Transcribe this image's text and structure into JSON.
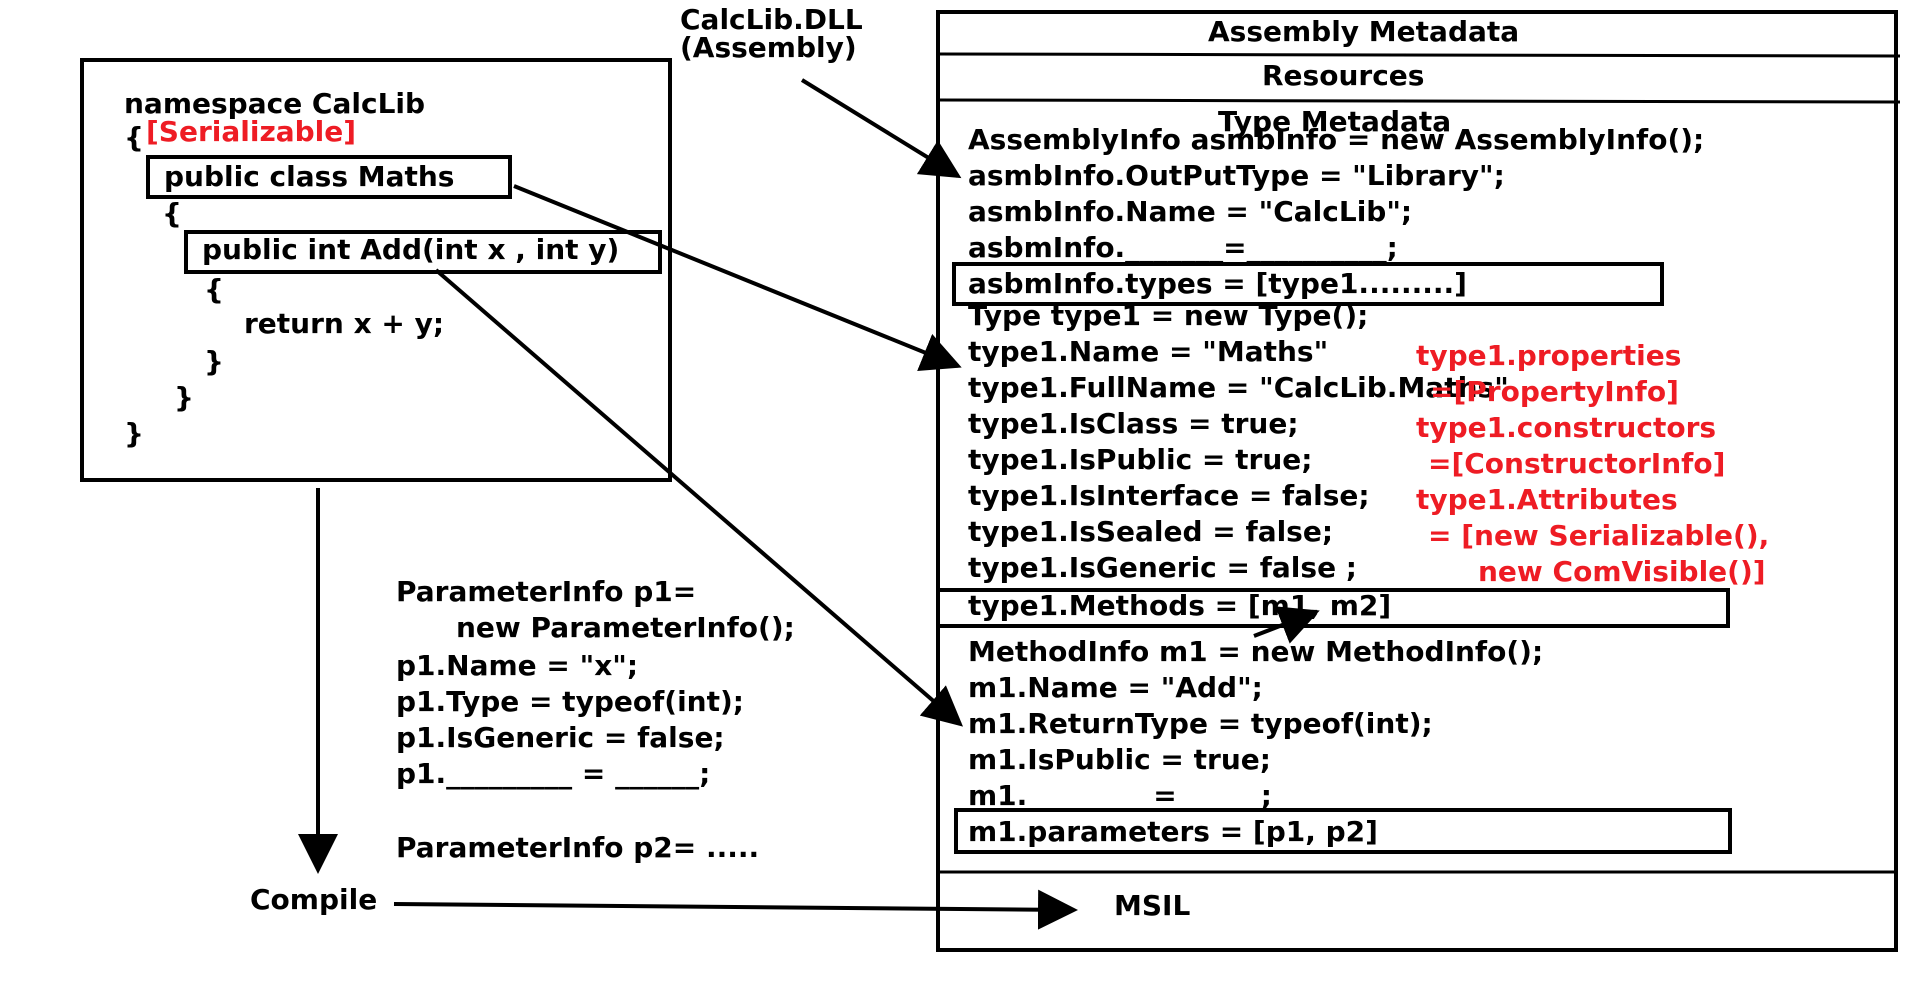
{
  "assembly_label": {
    "line1": "CalcLib.DLL",
    "line2": "(Assembly)"
  },
  "source_code": {
    "namespace_line": "namespace CalcLib",
    "open_brace": "{",
    "attribute": "[Serializable]",
    "class_decl": "public class Maths",
    "class_open": "{",
    "method_decl": "public int Add(int x , int y)",
    "method_open": "{",
    "return_stmt": "return x + y;",
    "method_close": "}",
    "class_close": "}",
    "namespace_close": "}"
  },
  "compile_label": "Compile",
  "msil_label": "MSIL",
  "parameter_info": [
    "ParameterInfo p1=",
    "new ParameterInfo();",
    "p1.Name = \"x\";",
    "p1.Type = typeof(int);",
    "p1.IsGeneric = false;",
    "p1._________ = ______;",
    "",
    "ParameterInfo p2= ....."
  ],
  "assembly_sections": {
    "metadata": "Assembly Metadata",
    "resources": "Resources",
    "type_metadata": "Type Metadata"
  },
  "metadata_code": {
    "assembly_info": [
      "AssemblyInfo asmbInfo = new AssemblyInfo();",
      "asmbInfo.OutPutType = \"Library\";",
      "asmbInfo.Name = \"CalcLib\";",
      "asbmInfo._______=__________;"
    ],
    "types_line": "asbmInfo.types = [type1.........]",
    "type_lines": [
      "Type type1 = new Type();",
      "type1.Name = \"Maths\"",
      "type1.FullName = \"CalcLib.Maths\"",
      "type1.IsClass = true;",
      "type1.IsPublic = true;",
      "type1.IsInterface = false;",
      "type1.IsSealed = false;",
      "type1.IsGeneric = false ;"
    ],
    "methods_line": "type1.Methods = [m1, m2]",
    "method_lines": [
      "MethodInfo m1 = new MethodInfo();",
      "m1.Name = \"Add\";",
      "m1.ReturnType = typeof(int);",
      "m1.IsPublic = true;",
      "m1._________=______;"
    ],
    "parameters_line": "m1.parameters = [p1, p2]"
  },
  "type_extras": [
    "type1.properties",
    "=[PropertyInfo]",
    "type1.constructors",
    "=[ConstructorInfo]",
    "type1.Attributes",
    "= [new Serializable(),",
    "new ComVisible()]"
  ],
  "colors": {
    "text": "#000000",
    "highlight": "#ee1c24",
    "background": "#ffffff"
  }
}
